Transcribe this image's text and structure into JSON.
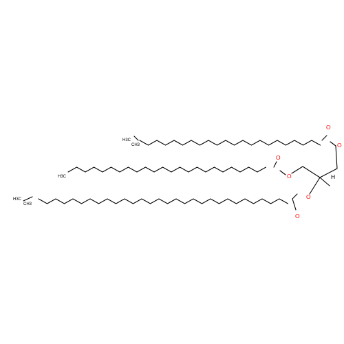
{
  "molecule": {
    "atom_labels": {
      "ester_oxygen": "O",
      "carbonyl_oxygen": "O",
      "stereo_hydrogen": "H",
      "methyl": "H3C",
      "methyl_alt": "CH3"
    },
    "colors": {
      "bond": "#000000",
      "oxygen": "#ff0000",
      "carbon_label": "#000000"
    }
  }
}
